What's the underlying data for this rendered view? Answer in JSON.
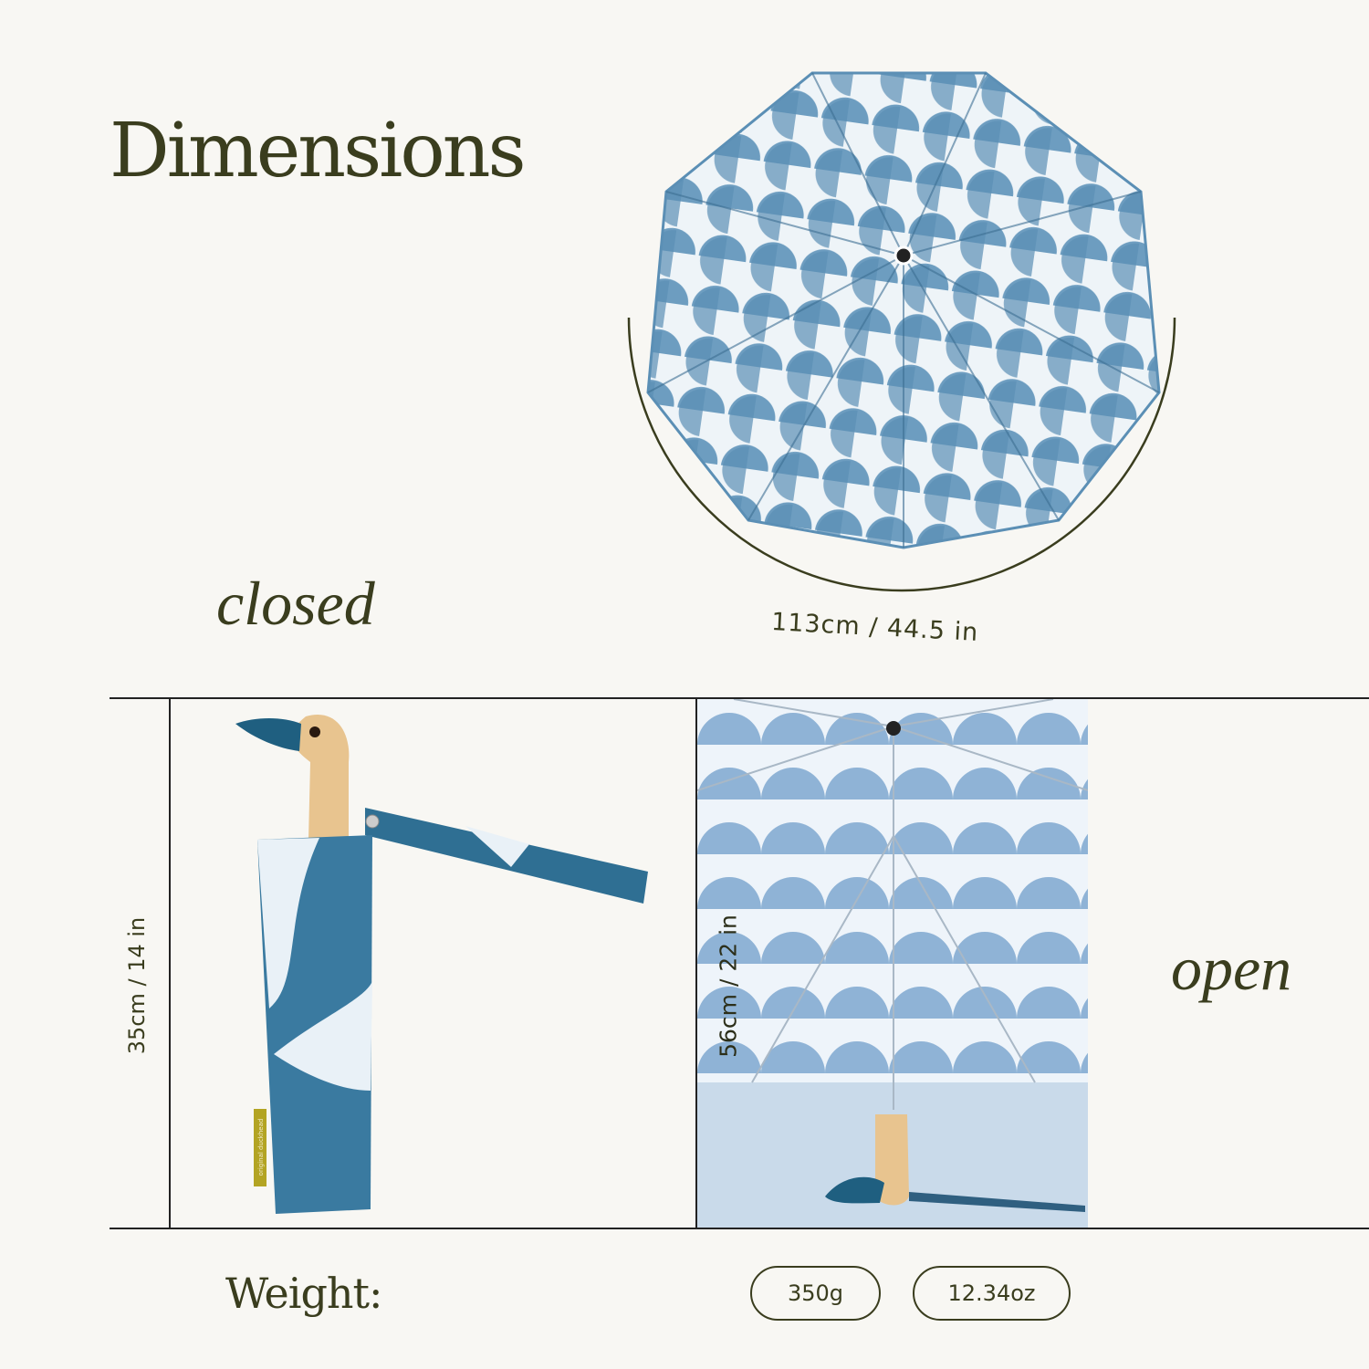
{
  "title": "Dimensions",
  "closed_label": "closed",
  "open_label": "open",
  "diameter": "113cm / 44.5 in",
  "closed_length": "35cm / 14 in",
  "open_length": "56cm / 22 in",
  "weight": {
    "label": "Weight:",
    "grams": "350g",
    "ounces": "12.34oz"
  },
  "brand_tag": "original duckhead",
  "colors": {
    "background": "#f8f7f3",
    "text": "#3a3d1e",
    "canopy_blue": "#5f93b8",
    "canopy_light": "#e9f1f7",
    "duck_beak": "#1f5f80",
    "wood": "#e8c48f"
  }
}
